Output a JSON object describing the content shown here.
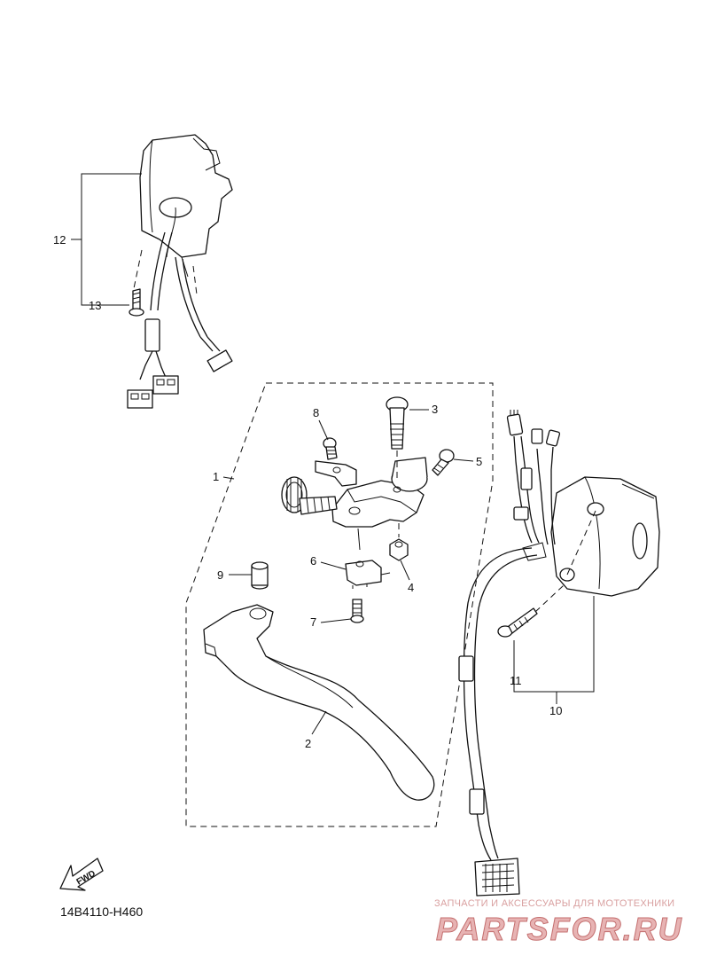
{
  "diagram_code": "14B4110-H460",
  "fwd_label": "FWD",
  "callouts": {
    "c1": "1",
    "c2": "2",
    "c3": "3",
    "c4": "4",
    "c5": "5",
    "c6": "6",
    "c7": "7",
    "c8": "8",
    "c9": "9",
    "c10": "10",
    "c11": "11",
    "c12": "12",
    "c13": "13"
  },
  "watermark": {
    "tagline": "ЗАПЧАСТИ И АКСЕССУАРЫ ДЛЯ МОТОТЕХНИКИ",
    "brand": "PARTSFOR.RU"
  },
  "colors": {
    "line": "#111111",
    "watermark": "#e7b3b3"
  }
}
